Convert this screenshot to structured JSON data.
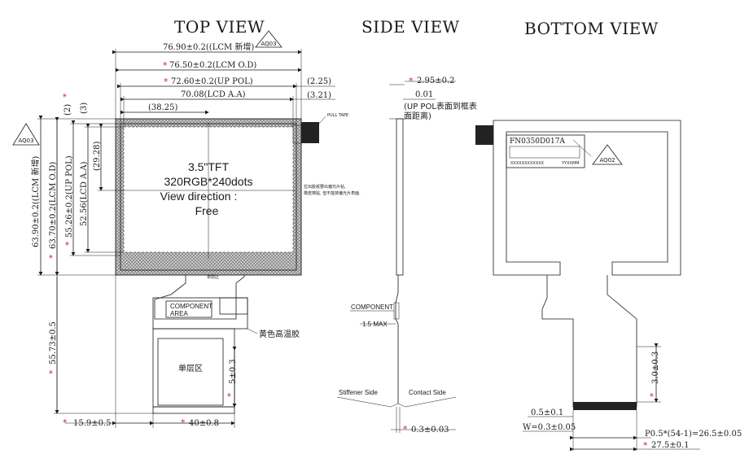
{
  "views": {
    "top": "TOP VIEW",
    "side": "SIDE VIEW",
    "bottom": "BOTTOM VIEW"
  },
  "top_view": {
    "marker_aq03_top": "AQ03",
    "marker_aq03_left": "AQ03",
    "dim_lcm_new": "76.90±0.2((LCM 新增)",
    "dim_lcm_od": "76.50±0.2(LCM O.D)",
    "dim_up_pol": "72.60±0.2(UP POL)",
    "dim_lcd_aa": "70.08(LCD A.A)",
    "dim_38_25": "(38.25)",
    "dim_2_25": "(2.25)",
    "dim_3_21": "(3.21)",
    "dim_2": "(2)",
    "dim_3": "(3)",
    "dim_v_lcm_new": "63.90±0.2((LCM 新增)",
    "dim_v_lcm_od": "63.70±0.2(LCM O.D)",
    "dim_v_up_pol": "55.26±0.2(UP POL)",
    "dim_v_lcd_aa": "52.56(LCD A.A)",
    "dim_v_29_28": "(29.28)",
    "dim_v_55_73": "55.73±0.5",
    "dim_v_5": "5±0.3",
    "dim_15_9": "15.9±0.5",
    "dim_40": "40±0.8",
    "display_line1": "3.5\"TFT",
    "display_line2": "320RGB*240dots",
    "display_line3": "View direction :",
    "display_line4": "Free",
    "pull_tape": "PULL TAPE",
    "note_line1": "拉出胶纸要出偏光片帖,",
    "note_line2": "橡皮擦贴, 但不能掉偏光片表面.",
    "single_layer_small": "单层区",
    "component_area_1": "COMPONENT",
    "component_area_2": "AREA",
    "yellow_tape": "黄色高温胶",
    "single_layer_big": "单层区"
  },
  "side_view": {
    "dim_thickness": "2.95±0.2",
    "dim_001": "0.01",
    "note_up_pol_1": "(UP POL表面到框表",
    "note_up_pol_2": "面距离)",
    "component": "COMPONENT",
    "max_height": "1.5 MAX",
    "stiffener_side": "Stiffener Side",
    "contact_side": "Contact Side",
    "dim_fpc_thk": "0.3±0.03"
  },
  "bottom_view": {
    "label_part": "FN0350D017A",
    "label_small_left": "XXXXXXXXXXXX",
    "label_small_right": "YYXXMM",
    "marker_aq02": "AQ02",
    "dim_3": "3.0±0.3",
    "dim_0_5": "0.5±0.1",
    "dim_w": "W=0.3±0.05",
    "dim_pitch": "P0.5*(54-1)=26.5±0.05",
    "dim_27_5": "27.5±0.1"
  },
  "marks": {
    "critical": "*"
  }
}
